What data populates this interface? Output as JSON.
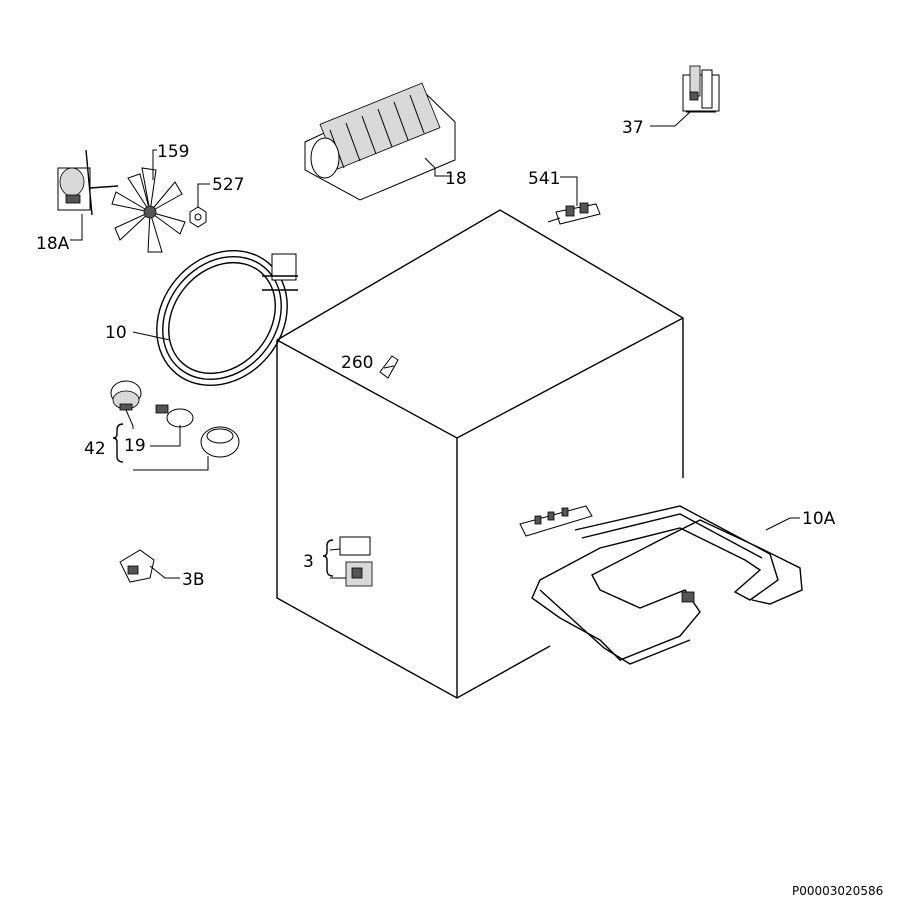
{
  "labels": {
    "p37": "37",
    "p159": "159",
    "p527": "527",
    "p18": "18",
    "p18a": "18A",
    "p541": "541",
    "p10": "10",
    "p260": "260",
    "p42": "42",
    "p19": "19",
    "p10a": "10A",
    "p3": "3",
    "p3b": "3B"
  },
  "document_code": "P00003020586"
}
